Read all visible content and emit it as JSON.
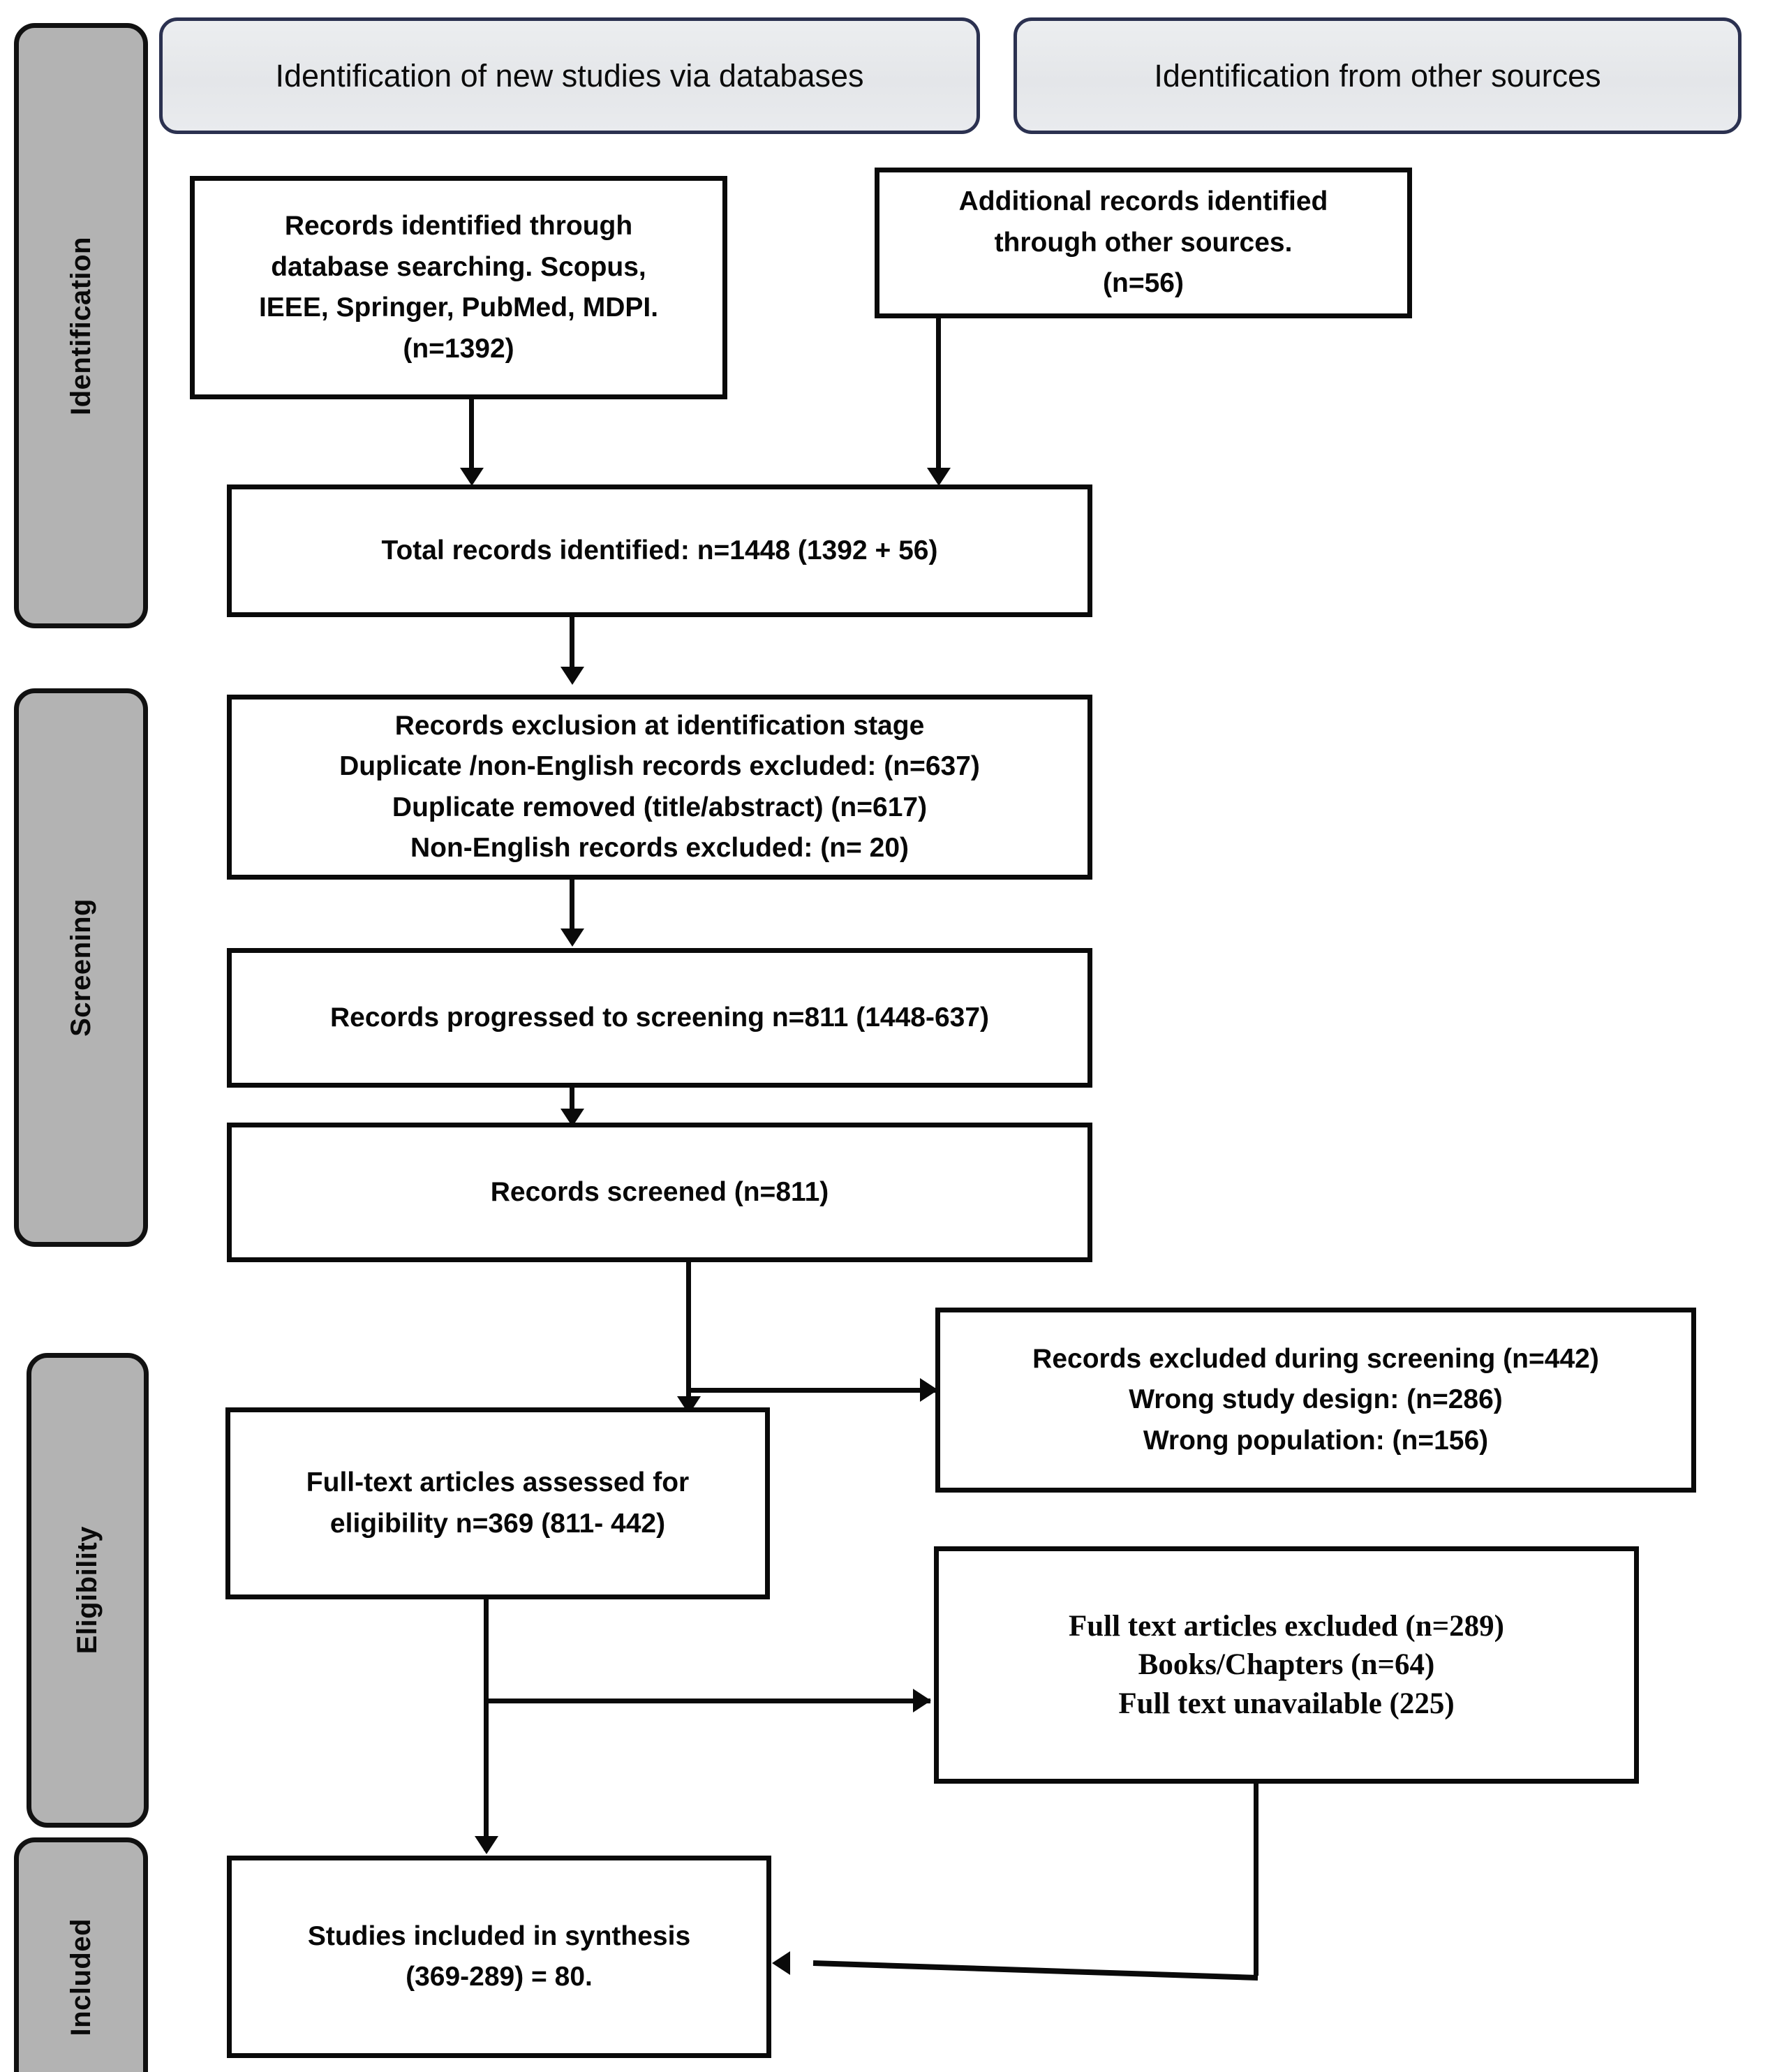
{
  "diagram": {
    "type": "prisma-flow-diagram",
    "title": "PRISMA study selection flow diagram",
    "stage_pills": [
      {
        "id": "identification",
        "label": "Identification"
      },
      {
        "id": "screening",
        "label": "Screening"
      },
      {
        "id": "eligibility",
        "label": "Eligibility"
      },
      {
        "id": "included",
        "label": "Included"
      }
    ],
    "headers": [
      {
        "id": "databases",
        "label": "Identification of new studies via databases"
      },
      {
        "id": "other-sources",
        "label": "Identification from other sources"
      }
    ],
    "nodes": [
      {
        "id": "records-identified-databases",
        "text": "Records identified through\ndatabase searching. Scopus,\nIEEE, Springer, PubMed, MDPI.\n(n=1392)",
        "count": 1392
      },
      {
        "id": "records-identified-other",
        "text": "Additional records identified\nthrough other sources.\n(n=56)",
        "count": 56
      },
      {
        "id": "total-records-identified",
        "text": "Total records identified: n=1448 (1392 + 56)",
        "count": 1448
      },
      {
        "id": "records-exclusion-identification",
        "text": "Records exclusion at identification stage\nDuplicate /non-English records excluded: (n=637)\nDuplicate removed (title/abstract) (n=617)\nNon-English records excluded: (n= 20)",
        "count": 637
      },
      {
        "id": "records-progressed-screening",
        "text": "Records progressed to screening n=811 (1448-637)",
        "count": 811
      },
      {
        "id": "records-screened",
        "text": "Records screened (n=811)",
        "count": 811
      },
      {
        "id": "records-excluded-screening",
        "text": "Records excluded during screening (n=442)\nWrong study design: (n=286)\nWrong population: (n=156)",
        "count": 442
      },
      {
        "id": "full-text-assessed",
        "text": "Full-text articles assessed for\neligibility n=369 (811- 442)",
        "count": 369
      },
      {
        "id": "full-text-excluded",
        "text": "Full text articles excluded (n=289)\nBooks/Chapters (n=64)\nFull text unavailable (225)",
        "count": 289
      },
      {
        "id": "studies-included",
        "text": "Studies included in synthesis\n(369-289) = 80.",
        "count": 80
      }
    ],
    "colors": {
      "pill_fill": "#b3b3b3",
      "pill_border": "#111111",
      "header_fill": "#e9ebee",
      "header_border": "#2b3150",
      "box_border": "#0a0a0a",
      "line": "#0a0a0a",
      "text": "#080808"
    }
  }
}
